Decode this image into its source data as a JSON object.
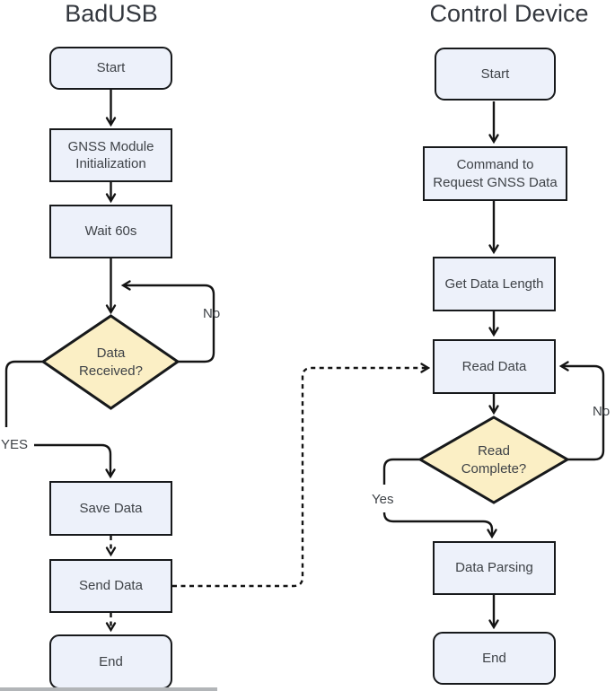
{
  "diagram": {
    "left": {
      "title": "BadUSB",
      "nodes": {
        "start": "Start",
        "init": "GNSS Module\nInitialization",
        "wait": "Wait 60s",
        "decision": "Data\nReceived?",
        "save": "Save Data",
        "send": "Send Data",
        "end": "End"
      },
      "edge_labels": {
        "no": "No",
        "yes": "YES"
      }
    },
    "right": {
      "title": "Control Device",
      "nodes": {
        "start": "Start",
        "command": "Command to\nRequest GNSS Data",
        "get_length": "Get Data Length",
        "read": "Read Data",
        "decision": "Read\nComplete?",
        "parse": "Data Parsing",
        "end": "End"
      },
      "edge_labels": {
        "no": "No",
        "yes": "Yes"
      }
    },
    "colors": {
      "node_fill": "#edf1fa",
      "node_border": "#17191b",
      "decision_fill": "#fbefc5",
      "line": "#141414",
      "text": "#3e4247",
      "title": "#33373e"
    }
  }
}
